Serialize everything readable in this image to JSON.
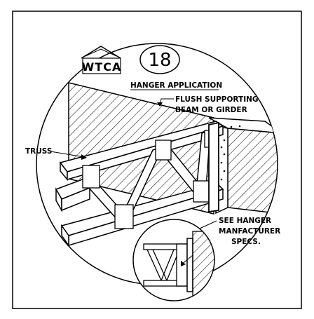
{
  "logo": {
    "text": "WTCA"
  },
  "detail_number": "18",
  "title": "HANGER APPLICATION",
  "callouts": {
    "flush_line1": "FLUSH SUPPORTING",
    "flush_line2": "BEAM OR GIRDER",
    "truss": "TRUSS",
    "hanger_line1": "SEE HANGER",
    "hanger_line2": "MANFACTURER",
    "hanger_line3": "SPECS."
  }
}
